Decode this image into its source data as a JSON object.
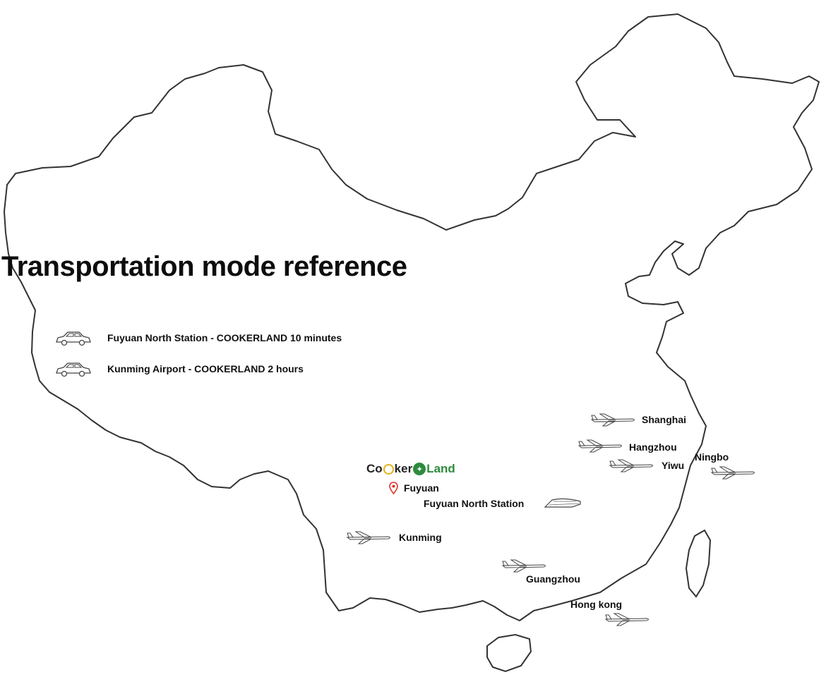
{
  "title": "Transportation mode reference",
  "legend": {
    "items": [
      {
        "icon": "car-icon",
        "text": "Fuyuan North Station - COOKERLAND 10 minutes"
      },
      {
        "icon": "car-icon",
        "text": "Kunming Airport - COOKERLAND  2 hours"
      }
    ]
  },
  "brand": {
    "logo_text_part1": "Co",
    "logo_text_part2": "ker",
    "logo_text_part3": "Land"
  },
  "location": {
    "name": "Fuyuan",
    "icon": "map-pin-icon",
    "pin_color": "#e0302a"
  },
  "station": {
    "name": "Fuyuan North Station",
    "icon": "train-icon"
  },
  "cities": {
    "shanghai": "Shanghai",
    "hangzhou": "Hangzhou",
    "ningbo": "Ningbo",
    "yiwu": "Yiwu",
    "kunming": "Kunming",
    "guangzhou": "Guangzhou",
    "hongkong": "Hong kong"
  },
  "colors": {
    "brand_green": "#2e8b3e",
    "brand_yellow": "#e3b21b",
    "outline": "#333333"
  }
}
